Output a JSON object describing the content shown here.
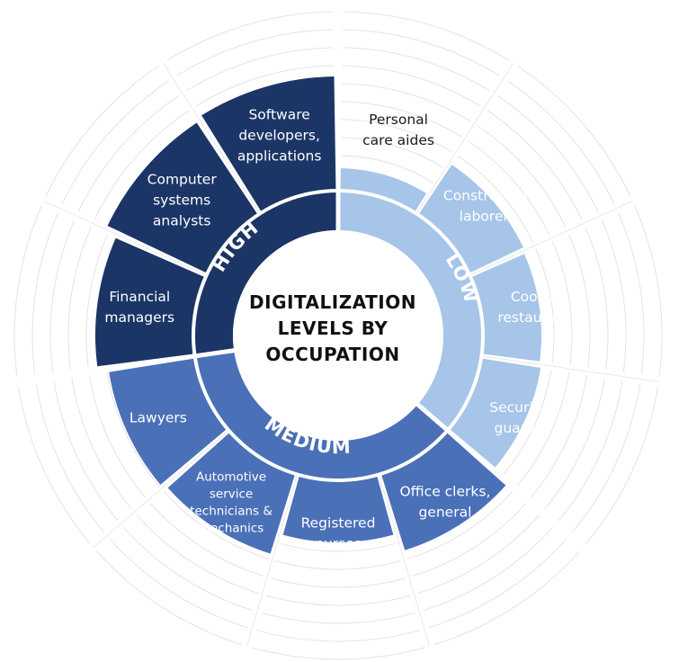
{
  "chart_data": {
    "type": "radial-bar",
    "title": "DIGITALIZATION LEVELS BY OCCUPATION",
    "title_lines": [
      "DIGITALIZATION",
      "LEVELS BY",
      "OCCUPATION"
    ],
    "scale_max": 10,
    "levels": [
      {
        "key": "low",
        "label": "LOW",
        "color": "#a6c5e8"
      },
      {
        "key": "medium",
        "label": "MEDIUM",
        "color": "#4a70b8"
      },
      {
        "key": "high",
        "label": "HIGH",
        "color": "#1b3566"
      }
    ],
    "occupations": [
      {
        "lines": [
          "Personal",
          "care aides"
        ],
        "level": "low",
        "value": 1.3
      },
      {
        "lines": [
          "Construction",
          "laborers"
        ],
        "level": "low",
        "value": 3.4
      },
      {
        "lines": [
          "Cooks,",
          "restaurant"
        ],
        "level": "low",
        "value": 3.3
      },
      {
        "lines": [
          "Security",
          "guards"
        ],
        "level": "low",
        "value": 3.4
      },
      {
        "lines": [
          "Office clerks,",
          "general"
        ],
        "level": "medium",
        "value": 4.5
      },
      {
        "lines": [
          "Registered",
          "nurses"
        ],
        "level": "medium",
        "value": 3.5
      },
      {
        "lines": [
          "Automotive",
          "service",
          "technicians &",
          "mechanics"
        ],
        "level": "medium",
        "value": 4.7
      },
      {
        "lines": [
          "Lawyers"
        ],
        "level": "medium",
        "value": 4.9
      },
      {
        "lines": [
          "Financial",
          "managers"
        ],
        "level": "high",
        "value": 5.5
      },
      {
        "lines": [
          "Computer",
          "systems",
          "analysts"
        ],
        "level": "high",
        "value": 6.2
      },
      {
        "lines": [
          "Software",
          "developers,",
          "applications"
        ],
        "level": "high",
        "value": 6.4
      }
    ]
  }
}
